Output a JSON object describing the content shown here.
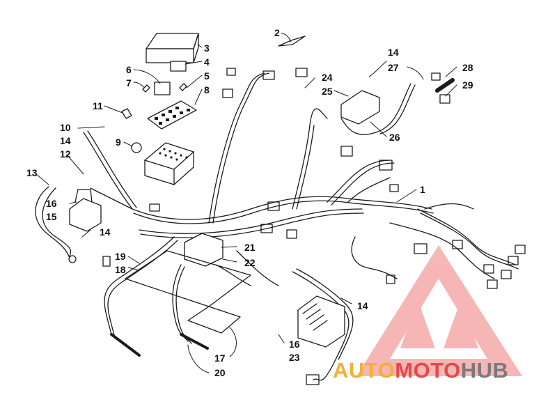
{
  "diagram": {
    "callouts": [
      {
        "id": "c-2",
        "text": "2"
      },
      {
        "id": "c-3",
        "text": "3"
      },
      {
        "id": "c-4",
        "text": "4"
      },
      {
        "id": "c-5",
        "text": "5"
      },
      {
        "id": "c-6",
        "text": "6"
      },
      {
        "id": "c-7",
        "text": "7"
      },
      {
        "id": "c-8",
        "text": "8"
      },
      {
        "id": "c-9",
        "text": "9"
      },
      {
        "id": "c-10",
        "text": "10"
      },
      {
        "id": "c-11",
        "text": "11"
      },
      {
        "id": "c-12",
        "text": "12"
      },
      {
        "id": "c-13",
        "text": "13"
      },
      {
        "id": "c-14a",
        "text": "14"
      },
      {
        "id": "c-14b",
        "text": "14"
      },
      {
        "id": "c-14c",
        "text": "14"
      },
      {
        "id": "c-14d",
        "text": "14"
      },
      {
        "id": "c-15",
        "text": "15"
      },
      {
        "id": "c-16a",
        "text": "16"
      },
      {
        "id": "c-16b",
        "text": "16"
      },
      {
        "id": "c-17",
        "text": "17"
      },
      {
        "id": "c-18",
        "text": "18"
      },
      {
        "id": "c-19",
        "text": "19"
      },
      {
        "id": "c-20",
        "text": "20"
      },
      {
        "id": "c-21",
        "text": "21"
      },
      {
        "id": "c-22",
        "text": "22"
      },
      {
        "id": "c-23",
        "text": "23"
      },
      {
        "id": "c-24",
        "text": "24"
      },
      {
        "id": "c-25",
        "text": "25"
      },
      {
        "id": "c-26",
        "text": "26"
      },
      {
        "id": "c-27",
        "text": "27"
      },
      {
        "id": "c-28",
        "text": "28"
      },
      {
        "id": "c-29",
        "text": "29"
      },
      {
        "id": "c-1",
        "text": "1"
      }
    ]
  },
  "watermark": {
    "part1": "AUTO",
    "part2": "MOTO",
    "part3": "HUB",
    "color1": "#f2b035",
    "color2": "#e84848",
    "color3": "#7a7a7a",
    "logo_icon": "triangle-m-logo-icon"
  }
}
